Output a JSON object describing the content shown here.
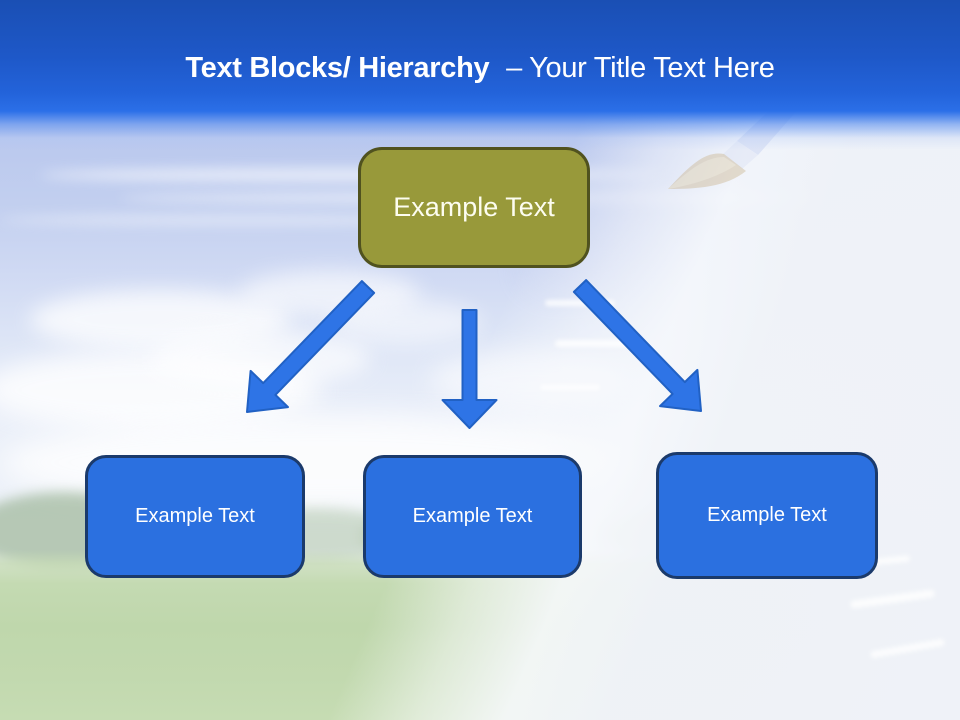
{
  "header": {
    "title_bold": "Text Blocks/ Hierarchy",
    "title_regular": "– Your Title Text Here"
  },
  "hierarchy": {
    "root": {
      "label": "Example Text"
    },
    "children": [
      {
        "label": "Example Text"
      },
      {
        "label": "Example Text"
      },
      {
        "label": "Example Text"
      }
    ]
  },
  "colors": {
    "header_gradient_top": "#1a4fb4",
    "header_gradient_bottom": "#2b6fe8",
    "title_text": "#ffffff",
    "root_box_fill": "#98993a",
    "root_box_border": "#50521f",
    "child_box_fill": "#2b70e0",
    "child_box_border": "#1b3a6b",
    "arrow_fill": "#2e74e6",
    "arrow_stroke": "#2161c4",
    "grass_green": "#c2d9af",
    "sky_blue": "#c2cfef"
  }
}
